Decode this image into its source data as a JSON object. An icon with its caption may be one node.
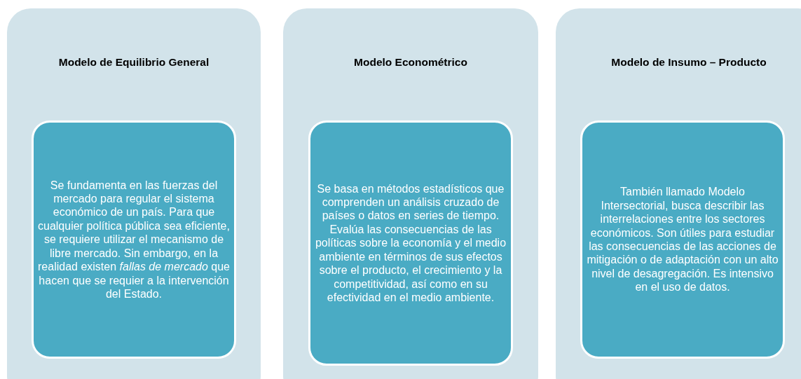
{
  "diagram": {
    "nodes": [
      {
        "text": [
          "Modelo de Equilibrio General"
        ]
      },
      {
        "text": [
          "Se fundamenta en las fuerzas del mercado para regular el sistema económico de un país. Para que cualquier política pública sea eficiente, se requiere utilizar el mecanismo de libre mercado. Sin embargo, en la realidad existen *fallas de mercado* que hacen que se requier a la intervención del Estado."
        ],
        "in": 0
      },
      {
        "text": [
          "Modelo Econométrico"
        ]
      },
      {
        "text": [
          "Se basa en métodos estadísticos que comprenden un análisis cruzado de países o datos en series de tiempo. Evalúa las consecuencias de las políticas sobre la economía y el medio ambiente en términos de sus efectos sobre el producto, el crecimiento y la competitividad, así como en su efectividad en el medio ambiente."
        ],
        "in": 2
      },
      {
        "text": [
          "Modelo de Insumo – Producto"
        ]
      },
      {
        "text": [
          "También llamado Modelo Intersectorial, busca describir las interrelaciones entre los sectores económicos. Son útiles para estudiar las consecuencias de las acciones de mitigación o de adaptación con un alto nivel de desagregación. Es intensivo en el uso de datos."
        ],
        "in": 4
      }
    ]
  }
}
